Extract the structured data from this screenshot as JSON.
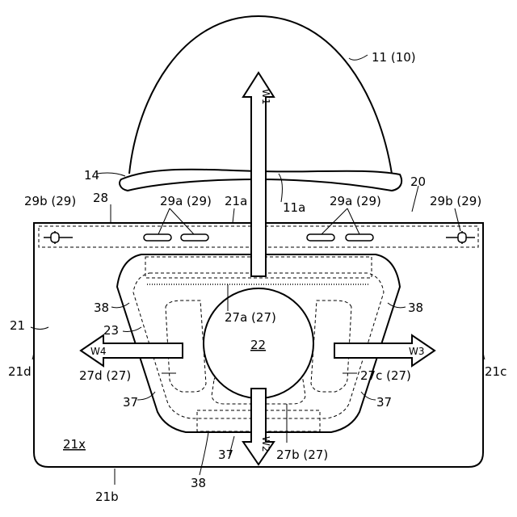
{
  "labels": {
    "helmet": "11 (10)",
    "brim": "14",
    "brim_edge": "11a",
    "sheet": "20",
    "panel": "21",
    "panel_top": "21a",
    "panel_bottom": "21b",
    "panel_right": "21c",
    "panel_left": "21d",
    "panel_face": "21x",
    "window": "22",
    "frame": "23",
    "seam_top": "27a (27)",
    "seam_bottom": "27b (27)",
    "seam_right": "27c (27)",
    "seam_left": "27d (27)",
    "strip": "28",
    "slot_left_pair": "29a (29)",
    "slot_right_pair": "29a (29)",
    "slot_end_left": "29b (29)",
    "slot_end_right": "29b (29)",
    "stitch_37_left": "37",
    "stitch_37_right": "37",
    "stitch_37_bottom": "37",
    "edge_38_left": "38",
    "edge_38_right": "38",
    "edge_38_bottom": "38"
  },
  "arrows": {
    "w1": "W1",
    "w2": "W2",
    "w3": "W3",
    "w4": "W4"
  }
}
